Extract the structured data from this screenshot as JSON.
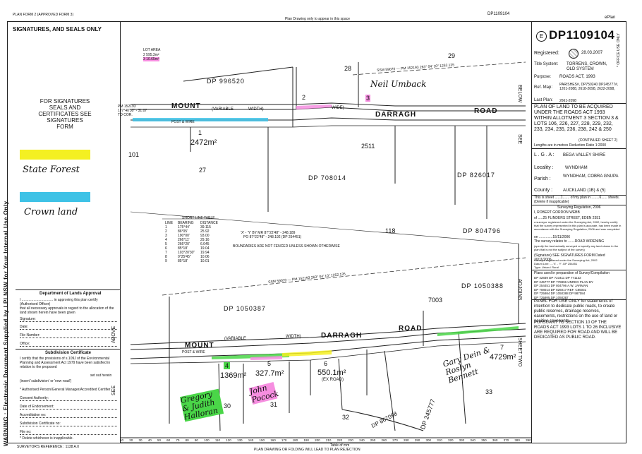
{
  "header": {
    "form_label": "PLAN FORM 2 (APPROVED FORM 3)",
    "plan_drawing_note": "Plan Drawing only to appear in this space",
    "plan_number_top": "DP1109104",
    "eplan": "ePlan"
  },
  "left_panel": {
    "signatures_title": "SIGNATURES, AND SEALS ONLY",
    "signatures_note": "FOR SIGNATURES\nSEALS AND\nCERTIFICATES SEE\nSIGNATURES\nFORM",
    "legend_state_forest": "State Forest",
    "legend_crown_land": "Crown land",
    "dept_title": "Department of Lands Approval",
    "dept_text1": "I ................................ in approving this plan certify",
    "dept_text2": "(Authorised Officer)",
    "dept_text3": "that all necessary approvals in regard to the allocation of the land shown herein have been given",
    "signature_label": "Signature:",
    "date_label": "Date:",
    "file_number_label": "File Number:",
    "office_label": "Office:",
    "subdivision_title": "Subdivision Certificate",
    "subdivision_text": "I certify that the provisions of s.109J of the Environmental Planning and Assessment Act 1979 have been satisfied in relation to the proposed",
    "set_out_herein": "set out herein",
    "insert_subdivision": "(insert 'subdivision' or 'new road')",
    "authorised_person": "* Authorised Person/General Manager/Accredited Certifier",
    "consent_authority": "Consent Authority:",
    "date_of_endorsement": "Date of Endorsement:",
    "accreditation_no": "Accreditation no:",
    "subdivision_cert_no": "Subdivision Certificate no:",
    "file_no": "File no:",
    "delete_note": "* Delete whichever is inapplicable.",
    "vertical_warning": "WARNING : Electronic Document Supplied by LPI NSW for Your Internal Use Only.",
    "surveyors_reference": "SURVEYOR'S REFERENCE : 1138 A.0"
  },
  "right_panel": {
    "plan_number": "DP1109104",
    "registered_label": "Registered:",
    "registered_date": "28.03.2007",
    "office_use": "* OFFICE USE ONLY",
    "title_system_label": "Title System:",
    "title_system_value": "TORRENS, CROWN, OLD SYSTEM",
    "purpose_label": "Purpose:",
    "purpose_value": "ROADS ACT, 1993",
    "ref_map_label": "Ref. Map:",
    "ref_map_value": "PARISHES#, DP750240 DP245777#, 1201-2088, 2618-2098, 2622-2098,",
    "last_plan_label": "Last Plan:",
    "last_plan_value": "2661-2098",
    "plan_description": "PLAN OF LAND TO BE ACQUIRED UNDER THE ROADS ACT 1993 WITHIN ALLOTMENT 3 SECTION 3 & LOTS 106, 226, 227, 228, 229, 232, 233, 234, 235, 236, 238, 242 & 250",
    "continued_sheet": "(CONTINUED SHEET 2)",
    "lengths_note": "Lengths are in metres   Reduction Ratio 1:2000",
    "lga_label": "L . G . A :",
    "lga_value": "BEGA VALLEY SHIRE",
    "locality_label": "Locality :",
    "locality_value": "WYNDHAM",
    "parish_label": "Parish :",
    "parish_value": "WYNDHAM, COBRA GNUPA",
    "county_label": "County :",
    "county_value": "AUCKLAND (1B) & (5)",
    "sheet_note": "This is sheet ......1....... of my plan in ........6...... sheets.",
    "sheet_delete": "(Delete if inapplicable)",
    "surveying_regulation": "Surveying Regulation, 2006",
    "surveyor_name": "I,    ROBERT GORDON WEBB",
    "surveyor_address": "of   .....25 FLINDERS STREET, EDEN 2551",
    "surveyor_cert": "a surveyor registered under the Surveying Act, 2002, hereby certify that the survey represented in this plan is accurate, has been made in accordance with the Surveying Regulation, 2006 and was completed",
    "completed_on": "on   ..............15/11/2006",
    "survey_relates": "The survey relates to .......ROAD WIDENING",
    "survey_relates_note": "(specify the land actually surveyed or specify any land shown in the plan that is not the subject of the survey)",
    "signature_line": "(Signature)  SEE SIGNATURES FORM  Dated 20/11/2006",
    "registration_no": "Surveyor registered under the Surveying Act, 2002",
    "datum_line": "Datum Line: ....'X' - 'Y' .DP 254451",
    "type_line": "Type: Urban / Rural",
    "plans_used_title": "Plans used in preparation of Survey/Compilation",
    "plans_used_list": [
      "DP 42839   DP 723411   DP 771132",
      "DP 245777  DP 778896   UNREG PLAN BY",
      "DP 254451  DP 804796   A.W. JARMAN",
      "DP 708014  DP 826017   REF. C85031",
      "DP 725984  DP 1050388  DP 987084",
      "DP 725985  DP 1050387"
    ],
    "panel_note": "PANEL FOR USE ONLY for statements of intention to dedicate public roads, to create public reserves, drainage reserves, easements, restrictions on the use of land or positive covenants.",
    "dedication": "PURSUANT TO SECTION 10 OF THE ROADS ACT 1993 LOTS 1 TO 26 INCLUSIVE ARE REQUIRED FOR ROAD AND WILL BE DEDICATED AS PUBLIC ROAD."
  },
  "plan": {
    "upper_lot_area_title": "LOT  AREA",
    "upper_lot_area_rows": [
      "2    595.3m²",
      "3    10.65m²"
    ],
    "lot_labels": [
      "1",
      "2",
      "3",
      "4",
      "5",
      "6",
      "7"
    ],
    "lot1_area": "2472m²",
    "lot4_area": "1369m²",
    "lot5_area": "327.7m²",
    "lot6_area": "550.1m²",
    "lot6_note": "(EX ROAD)",
    "lot7_area": "4729m²",
    "parcel_numbers": [
      "28",
      "29",
      "27",
      "101",
      "118",
      "2511",
      "7003",
      "30",
      "31",
      "32",
      "33",
      "DP 245777"
    ],
    "dp_labels": [
      "DP 996520",
      "DP 708014",
      "DP 826017",
      "DP 804796",
      "DP 1050388",
      "DP 1050387",
      "DP 867098"
    ],
    "road_mount": "MOUNT",
    "road_variable": "(VARIABLE",
    "road_width": "WIDTH)",
    "road_darragh": "DARRAGH",
    "road_road": "ROAD",
    "road_wide": "WIDE)",
    "post_wire": "POST & WIRE",
    "short_line_title": "SHORT LINE TABLE",
    "short_line_headers": [
      "LINE",
      "BEARING",
      "DISTANCE"
    ],
    "short_line_rows": [
      [
        "1",
        "175°44'",
        "39.115"
      ],
      [
        "2",
        "86°05'",
        "25.92"
      ],
      [
        "3",
        "190°00'",
        "93.00"
      ],
      [
        "4",
        "266°11'",
        "29.16"
      ],
      [
        "5",
        "266°20'",
        "6.045"
      ],
      [
        "6",
        "85°18'",
        "19.04"
      ],
      [
        "7",
        "103°20'30\"",
        "19.94"
      ],
      [
        "8",
        "0°25'45\"",
        "10.06"
      ],
      [
        "9",
        "85°18'",
        "10.01"
      ]
    ],
    "xy_line1": "'X' - 'Y' BY MR 87°22'48\" - 248.189",
    "xy_line2": "PO 87°22'48\" - 248.192 (DP 254451)",
    "boundaries_note": "BOUNDARIES ARE NOT FENCED UNLESS SHOWN OTHERWISE",
    "ssm_upper": "SSM 59070 — PM 152193  263° 04' 10\"   1252.135",
    "ssm_lower": "SSM 59070 — PM 152193  263° 04' 10\"   1252.135",
    "pm_label": "PM 152193\n177°40'30\" - 31.07\nTO COR.",
    "side_see": "SEE",
    "side_above": "ABOVE",
    "side_below": "BELOW",
    "side_adjoins": "ADJOINS",
    "side_sheet_two": "SHEET TWO",
    "scale_label": "Table of mm",
    "scale_ticks": [
      "10",
      "20",
      "30",
      "40",
      "50",
      "60",
      "70",
      "80",
      "90",
      "100",
      "110",
      "120",
      "130",
      "140",
      "150",
      "160",
      "170",
      "180",
      "190",
      "200",
      "210",
      "220",
      "230",
      "240",
      "250",
      "260",
      "270",
      "280",
      "290",
      "300",
      "310",
      "320",
      "330",
      "340",
      "350",
      "360",
      "370",
      "380",
      "390"
    ],
    "bottom_note": "PLAN DRAWING OR FOLDING WILL LEAD TO PLAN REJECTION"
  },
  "annotations": {
    "neil": "Neil Umback",
    "gary": "Gary Dein & Roslyn Bennett",
    "gregory": "Gregory & Judith Halloran",
    "john": "John Pocock"
  },
  "colors": {
    "state_forest": "#f4f022",
    "crown_land": "#3ec2e6",
    "highlight_green": "#4ad648",
    "highlight_pink": "#f68ee0"
  }
}
